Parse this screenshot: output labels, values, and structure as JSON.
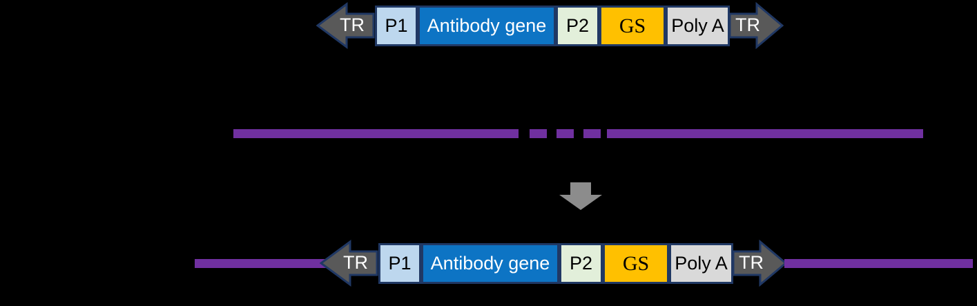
{
  "diagram": {
    "cassette": {
      "tr_left_label": "TR",
      "tr_right_label": "TR",
      "elements": [
        {
          "name": "promoter-1",
          "label": "P1",
          "fill": "#BDD7EE",
          "text_color": "#000000"
        },
        {
          "name": "antibody-gene",
          "label": "Antibody gene",
          "fill": "#0D74C4",
          "text_color": "#FFFFFF"
        },
        {
          "name": "promoter-2",
          "label": "P2",
          "fill": "#E2EFDA",
          "text_color": "#000000"
        },
        {
          "name": "gs-marker",
          "label": "GS",
          "fill": "#FFC000",
          "text_color": "#000000"
        },
        {
          "name": "poly-a",
          "label": "Poly A",
          "fill": "#D9D9D9",
          "text_color": "#000000"
        }
      ]
    }
  },
  "colors": {
    "background": "#000000",
    "genomic_dna": "#7030A0",
    "tr_arrow_fill": "#595959",
    "tr_arrow_border": "#203864",
    "box_border": "#203864",
    "tr_text": "#FFFFFF",
    "process_arrow": "#8C8C8C"
  }
}
